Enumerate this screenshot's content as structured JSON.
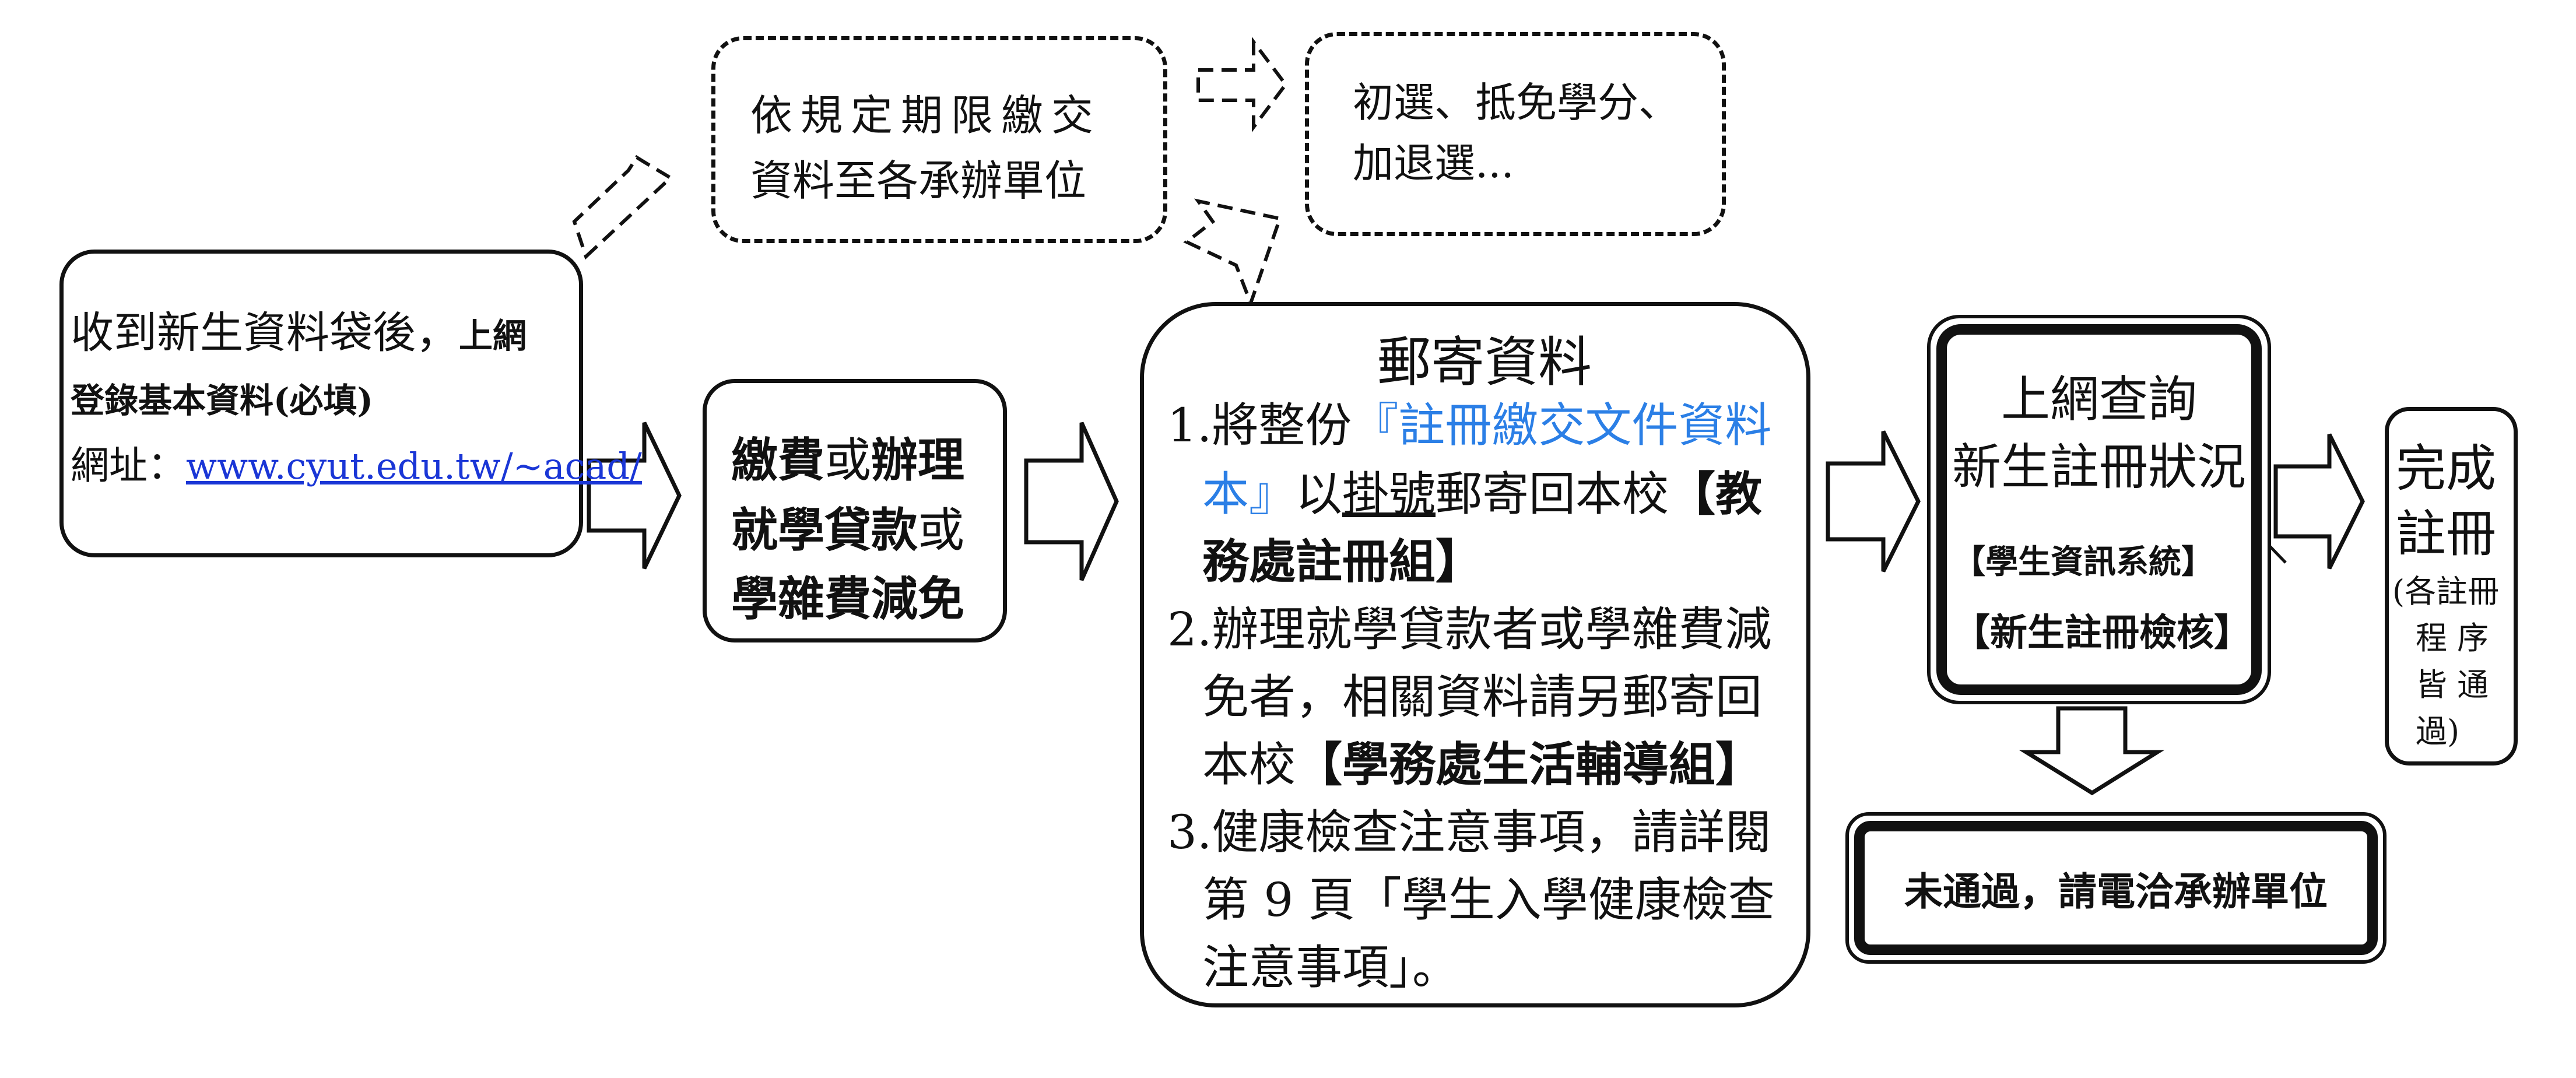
{
  "intake": {
    "line1": "收到新生資料袋後，",
    "line1_bold": "上網",
    "line2_bold": "登錄基本資料(必填)",
    "url_label": "網址：",
    "url": "www.cyut.edu.tw/~acad/"
  },
  "deadline": {
    "line1": "依規定期限繳交",
    "line2": "資料至各承辦單位"
  },
  "preselect": {
    "line1": "初選、抵免學分、",
    "line2": "加退選..."
  },
  "payment": {
    "line1a": "繳費",
    "line1b": "或",
    "line1c": "辦理",
    "line2a": "就學貸款",
    "line2b": "或",
    "line3": "學雜費減免"
  },
  "mailing": {
    "title": "郵寄資料",
    "i1_num": "1.",
    "i1_a": "將整份",
    "i1_blue1": "『註冊繳交文件資料",
    "i1_blue2": "本』",
    "i1_b": "以",
    "i1_ul": "掛號",
    "i1_c": "郵寄回本校",
    "i1_bold1": "【教",
    "i1_bold2": "務處註冊組】",
    "i2_num": "2.",
    "i2_l1": "辦理就學貸款者或學雜費減",
    "i2_l2": "免者，相關資料請另郵寄回",
    "i2_l3a": "本校",
    "i2_l3b": "【學務處生活輔導組】",
    "i3_num": "3.",
    "i3_l1": "健康檢查注意事項，請詳閱",
    "i3_l2": "第 9 頁「學生入學健康檢查",
    "i3_l3": "注意事項」。"
  },
  "query": {
    "line1": "上網查詢",
    "line2": "新生註冊狀況",
    "line3": "【學生資訊系統】",
    "line4": "【新生註冊檢核】"
  },
  "fail": {
    "label": "未通過，請電洽承辦單位"
  },
  "complete": {
    "line1": "完成",
    "line2": "註冊",
    "note1": "(各註冊",
    "note2": "程 序",
    "note3": "皆 通",
    "note4": "過)"
  }
}
